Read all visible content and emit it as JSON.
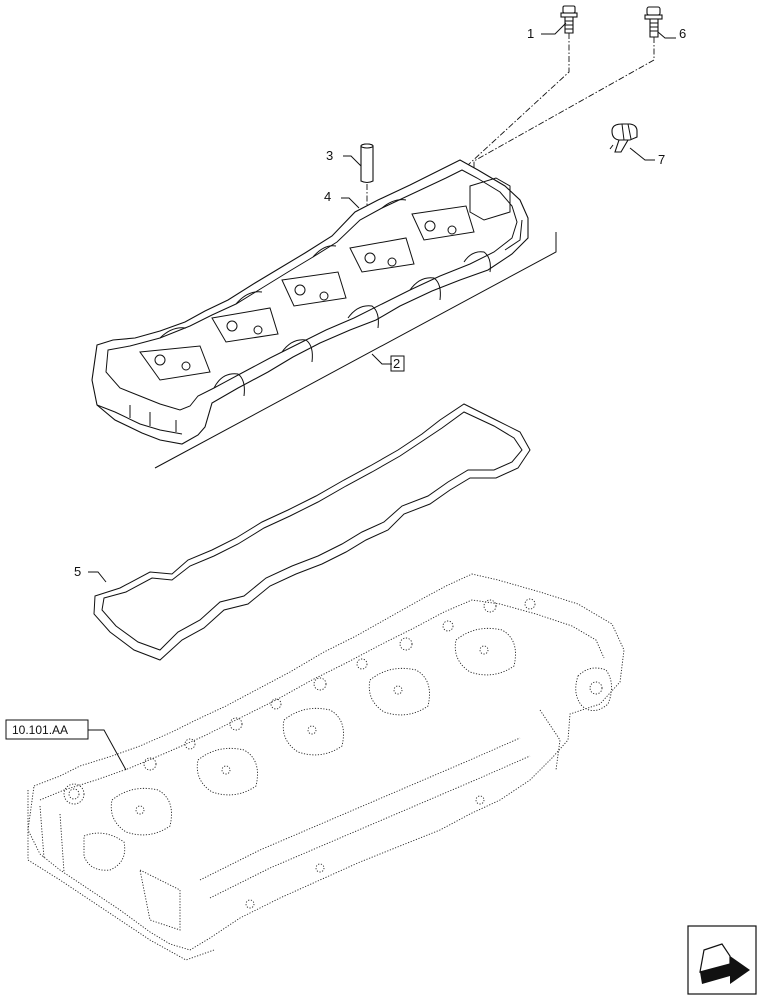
{
  "callouts": {
    "c1": "1",
    "c2": "2",
    "c3": "3",
    "c4": "4",
    "c5": "5",
    "c6": "6",
    "c7": "7"
  },
  "reference": "10.101.AA",
  "nav_icon": "next-page-arrow-icon"
}
